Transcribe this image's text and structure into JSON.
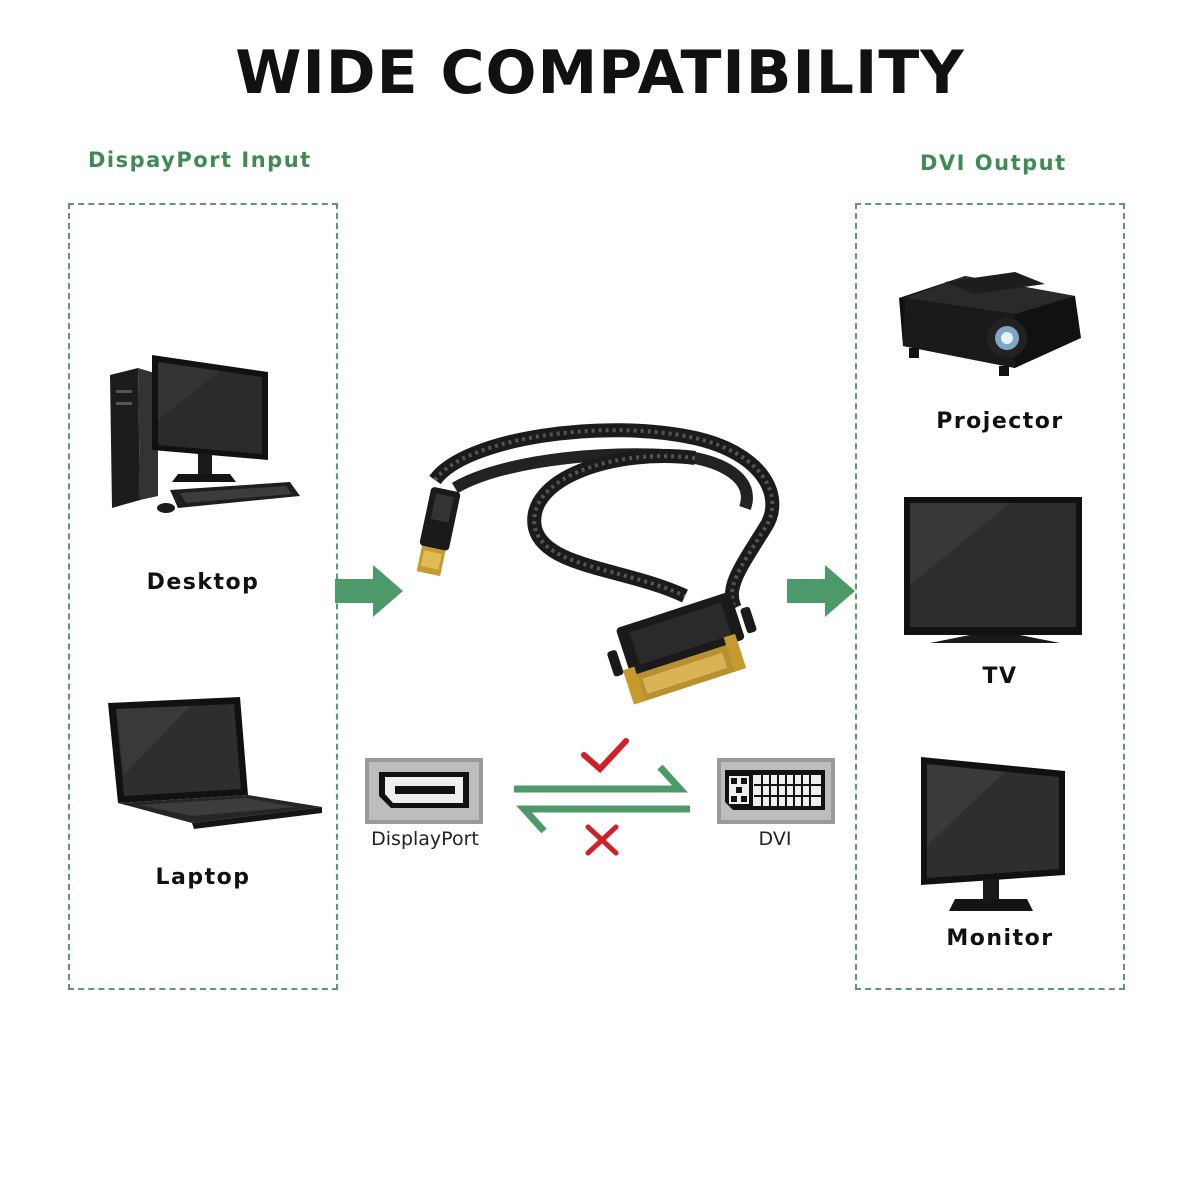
{
  "title": "WIDE COMPATIBILITY",
  "input": {
    "heading": "DispayPort Input",
    "devices": [
      {
        "label": "Desktop",
        "icon": "desktop-computer-icon"
      },
      {
        "label": "Laptop",
        "icon": "laptop-icon"
      }
    ]
  },
  "output": {
    "heading": "DVI Output",
    "devices": [
      {
        "label": "Projector",
        "icon": "projector-icon"
      },
      {
        "label": "TV",
        "icon": "tv-icon"
      },
      {
        "label": "Monitor",
        "icon": "monitor-icon"
      }
    ]
  },
  "cable": {
    "icon": "displayport-to-dvi-cable-icon"
  },
  "ports": {
    "source": {
      "label": "DisplayPort",
      "icon": "displayport-port-icon"
    },
    "target": {
      "label": "DVI",
      "icon": "dvi-port-icon"
    }
  },
  "direction": {
    "forward_supported": {
      "icon": "check-mark-icon"
    },
    "reverse_supported": {
      "icon": "cross-mark-icon"
    }
  },
  "colors": {
    "accent": "#3f8a55",
    "arrow": "#4c9a6a",
    "check": "#d0202a"
  }
}
